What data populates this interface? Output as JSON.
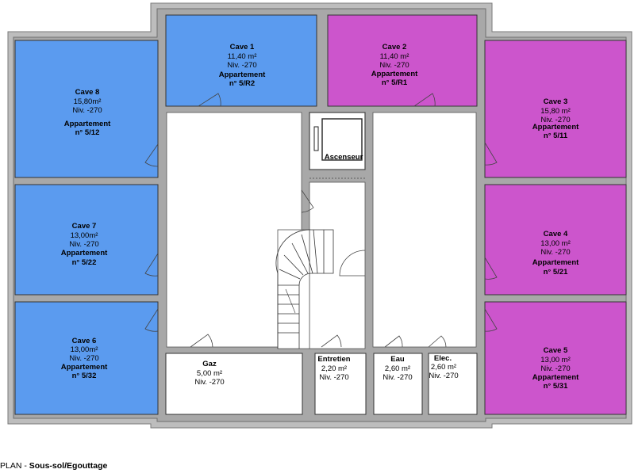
{
  "colors": {
    "cave_blue": "#5B9BEF",
    "cave_magenta": "#CC55CC",
    "wall_outer": "#B8B8B8",
    "wall_inner": "#9A9A9A",
    "floor": "#FFFFFF"
  },
  "rooms": {
    "cave1": {
      "name": "Cave 1",
      "area": "11,40 m²",
      "level": "Niv. -270",
      "apt": "Appartement",
      "apt_no": "n° 5/R2"
    },
    "cave2": {
      "name": "Cave 2",
      "area": "11,40 m²",
      "level": "Niv. -270",
      "apt": "Appartement",
      "apt_no": "n° 5/R1"
    },
    "cave3": {
      "name": "Cave 3",
      "area": "15,80 m²",
      "level": "Niv. -270",
      "apt": "Appartement",
      "apt_no": "n° 5/11"
    },
    "cave4": {
      "name": "Cave 4",
      "area": "13,00 m²",
      "level": "Niv. -270",
      "apt": "Appartement",
      "apt_no": "n° 5/21"
    },
    "cave5": {
      "name": "Cave 5",
      "area": "13,00 m²",
      "level": "Niv. -270",
      "apt": "Appartement",
      "apt_no": "n° 5/31"
    },
    "cave6": {
      "name": "Cave 6",
      "area": "13,00m²",
      "level": "Niv. -270",
      "apt": "Appartement",
      "apt_no": "n° 5/32"
    },
    "cave7": {
      "name": "Cave 7",
      "area": "13,00m²",
      "level": "Niv. -270",
      "apt": "Appartement",
      "apt_no": "n° 5/22"
    },
    "cave8": {
      "name": "Cave 8",
      "area": "15,80m²",
      "level": "Niv. -270",
      "apt": "Appartement",
      "apt_no": "n° 5/12"
    },
    "gaz": {
      "name": "Gaz",
      "area": "5,00 m²",
      "level": "Niv. -270"
    },
    "entretien": {
      "name": "Entretien",
      "area": "2,20 m²",
      "level": "Niv. -270"
    },
    "eau": {
      "name": "Eau",
      "area": "2,60 m²",
      "level": "Niv. -270"
    },
    "elec": {
      "name": "Elec.",
      "area": "2,60 m²",
      "level": "Niv. -270"
    },
    "ascenseur": {
      "name": "Ascenseur"
    }
  },
  "caption": {
    "prefix": "PLAN - ",
    "title": "Sous-sol/Egouttage"
  }
}
